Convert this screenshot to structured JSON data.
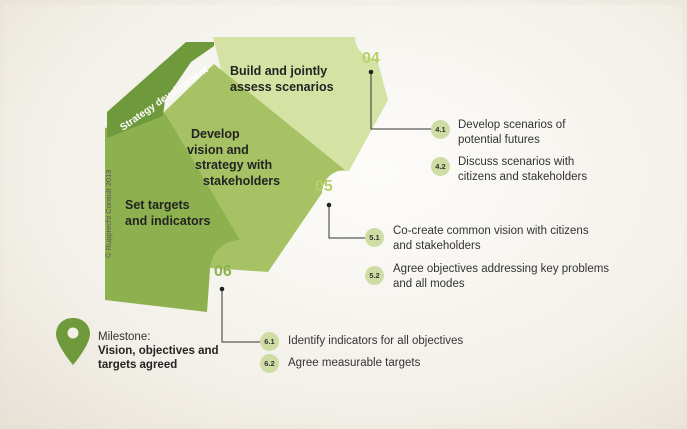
{
  "header": {
    "tab_label": "Strategy development"
  },
  "copyright": "© Rupprecht Consult 2019",
  "colors": {
    "dark_green": "#6f9a3c",
    "mid_green": "#a6c264",
    "light_green": "#d4e3a4",
    "number_green": "#b9cf6a",
    "badge_green": "#cfdca4"
  },
  "steps": [
    {
      "number": "04",
      "title": "Build and jointly assess scenarios",
      "title_lines": [
        "Build and jointly",
        "assess scenarios"
      ],
      "activities": [
        {
          "id": "4.1",
          "text_lines": [
            "Develop scenarios of",
            "potential futures"
          ]
        },
        {
          "id": "4.2",
          "text_lines": [
            "Discuss scenarios with",
            "citizens and stakeholders"
          ]
        }
      ]
    },
    {
      "number": "05",
      "title": "Develop vision and strategy with stakeholders",
      "title_lines": [
        "Develop",
        "vision and",
        "strategy with",
        "stakeholders"
      ],
      "activities": [
        {
          "id": "5.1",
          "text_lines": [
            "Co-create common vision with citizens",
            "and stakeholders"
          ]
        },
        {
          "id": "5.2",
          "text_lines": [
            "Agree objectives addressing key problems",
            "and all modes"
          ]
        }
      ]
    },
    {
      "number": "06",
      "title": "Set targets and indicators",
      "title_lines": [
        "Set targets",
        "and indicators"
      ],
      "activities": [
        {
          "id": "6.1",
          "text_lines": [
            "Identify indicators for all objectives"
          ]
        },
        {
          "id": "6.2",
          "text_lines": [
            "Agree measurable targets"
          ]
        }
      ]
    }
  ],
  "milestone": {
    "label": "Milestone:",
    "description_lines": [
      "Vision, objectives and",
      "targets agreed"
    ]
  }
}
